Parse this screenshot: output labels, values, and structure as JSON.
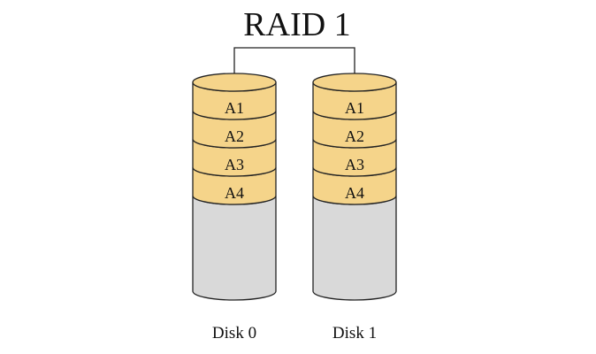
{
  "diagram": {
    "title": "RAID 1",
    "colors": {
      "block_fill": "#f5d48a",
      "empty_fill": "#d9d9d9",
      "stroke": "#222222"
    },
    "disks": [
      {
        "label": "Disk 0",
        "blocks": [
          "A1",
          "A2",
          "A3",
          "A4"
        ]
      },
      {
        "label": "Disk 1",
        "blocks": [
          "A1",
          "A2",
          "A3",
          "A4"
        ]
      }
    ]
  }
}
